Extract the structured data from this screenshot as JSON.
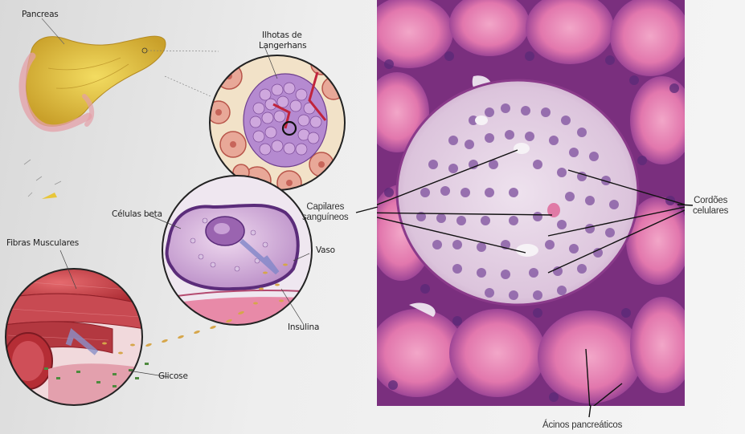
{
  "diagram": {
    "left_labels": {
      "pancreas": "Pancreas",
      "islets": [
        "Ilhotas de",
        "Langerhans"
      ],
      "beta_cells": "Células beta",
      "vessel": "Vaso",
      "muscle_fibers": "Fibras Musculares",
      "insulin": "Insulina",
      "glucose": "Glicose"
    },
    "micrograph_labels": {
      "capillaries": [
        "Capilares",
        "sanguíneos"
      ],
      "cell_cords": [
        "Cordões",
        "celulares"
      ],
      "acini": "Ácinos pancreáticos"
    },
    "colors": {
      "pancreas_yellow": "#e8c63a",
      "stain_purple": "#7a2f7e",
      "stain_pink": "#e06aa6",
      "islet_pale": "#e8d8e8",
      "muscle_red": "#c8434c",
      "glucose_green": "#4e8a3e"
    }
  }
}
